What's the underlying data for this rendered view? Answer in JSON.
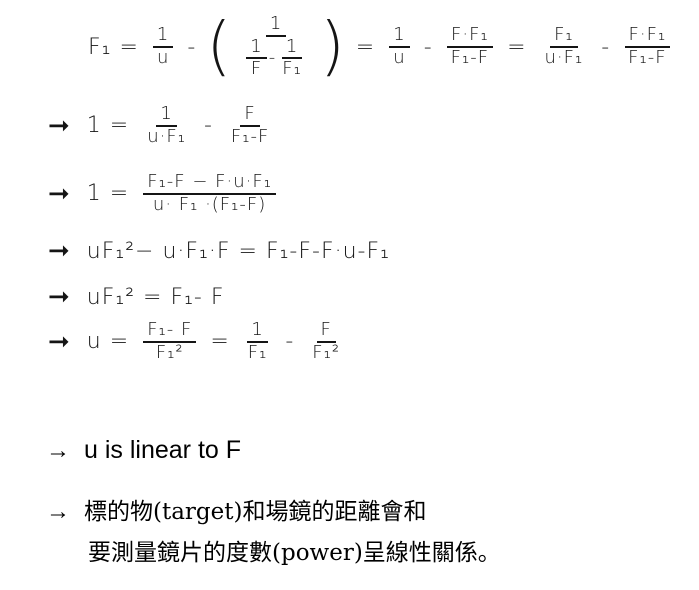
{
  "line1": {
    "lhs": "F₁",
    "eq": "=",
    "t1": {
      "num": "1",
      "den": "u"
    },
    "minus": "-",
    "paren_open": "(",
    "inner": {
      "num": "1",
      "den_a": {
        "num": "1",
        "den": "F"
      },
      "den_op": "-",
      "den_b": {
        "num": "1",
        "den": "F₁"
      }
    },
    "paren_close": ")",
    "eq2": "=",
    "t2": {
      "num": "1",
      "den": "u"
    },
    "minus2": "-",
    "t3": {
      "num": "F·F₁",
      "den": "F₁-F"
    },
    "eq3": "=",
    "t4": {
      "num": "F₁",
      "den": "u·F₁"
    },
    "minus3": "-",
    "t5": {
      "num": "F·F₁",
      "den": "F₁-F"
    }
  },
  "steps": [
    {
      "arrow": "➞",
      "lhs": "1",
      "eq": "=",
      "a": {
        "num": "1",
        "den": "u·F₁"
      },
      "op": "-",
      "b": {
        "num": "F",
        "den": "F₁-F"
      }
    },
    {
      "arrow": "➞",
      "lhs": "1",
      "eq": "=",
      "a": {
        "num": "F₁-F − F·u·F₁",
        "den": "u· F₁ ·(F₁-F)"
      }
    },
    {
      "arrow": "➞",
      "text": "uF₁²− u·F₁·F = F₁-F-F·u-F₁"
    },
    {
      "arrow": "➞",
      "text": "uF₁² = F₁- F"
    },
    {
      "arrow": "➞",
      "lhs": "u",
      "eq": "=",
      "a": {
        "num": "F₁- F",
        "den": "F₁²"
      },
      "op_eq": "=",
      "b": {
        "num": "1",
        "den": "F₁"
      },
      "op": "-",
      "c": {
        "num": "F",
        "den": "F₁²"
      }
    }
  ],
  "conclusion": {
    "arrow": "→",
    "text": "u is linear to F"
  },
  "note": {
    "arrow": "→",
    "line1": "標的物(target)和場鏡的距離會和",
    "line2": "要測量鏡片的度數(power)呈線性關係。"
  }
}
